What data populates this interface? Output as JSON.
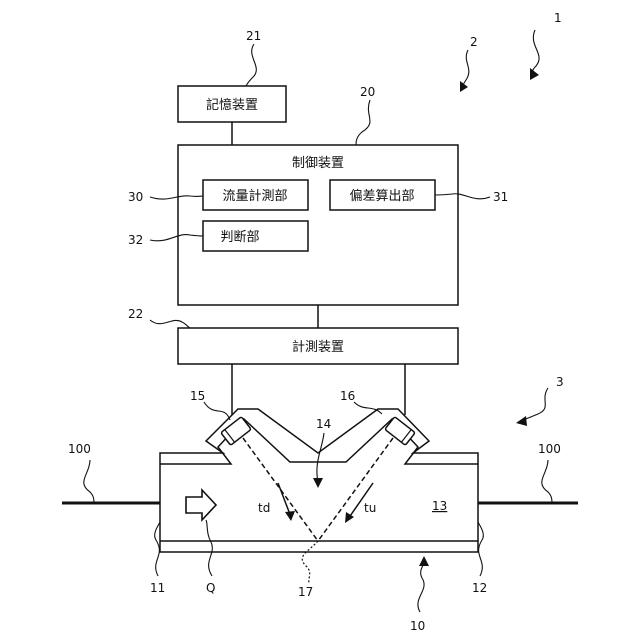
{
  "labels": {
    "system": "1",
    "device": "2",
    "meter": "3",
    "meter_body": "10",
    "inlet": "11",
    "outlet": "12",
    "flow_passage": "13",
    "sensor_path": "14",
    "sensor_upstream": "15",
    "sensor_downstream": "16",
    "reflection_point": "17",
    "controller": "20",
    "storage": "21",
    "measurement": "22",
    "flow_measure_unit": "30",
    "deviation_unit": "31",
    "judgment_unit": "32",
    "pipe_left": "100",
    "pipe_right": "100",
    "flow_q": "Q",
    "td": "td",
    "tu": "tu"
  },
  "boxes": {
    "storage": "記憶装置",
    "controller": "制御装置",
    "flow_measure": "流量計測部",
    "deviation": "偏差算出部",
    "judgment": "判断部",
    "measurement": "計測装置"
  },
  "colors": {
    "line": "#111111",
    "background": "#ffffff"
  }
}
